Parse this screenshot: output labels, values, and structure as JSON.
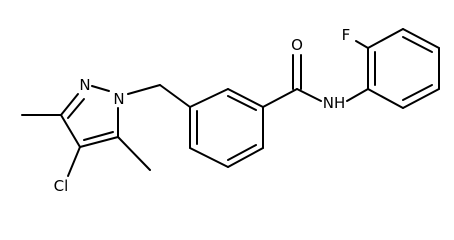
{
  "molecule": {
    "atoms": {
      "n_ring": "N",
      "n_sub": "N",
      "chlorine": "Cl",
      "oxygen": "O",
      "amide_nh": "NH",
      "fluorine": "F"
    },
    "colors": {
      "bonds": "#000000",
      "labels": "#000000",
      "background": "#ffffff"
    }
  }
}
